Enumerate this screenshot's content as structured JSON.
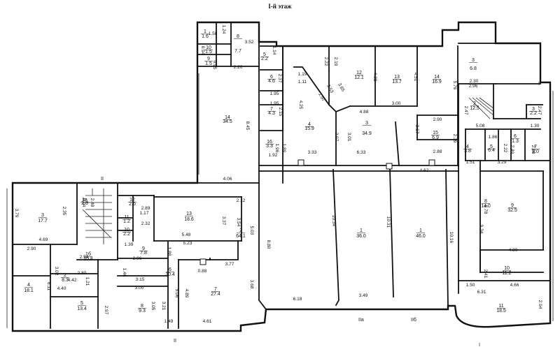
{
  "title": "I-й этаж",
  "section_marks": {
    "ii_top": "II",
    "ii_bottom": "II",
    "iia": "IIа",
    "iib": "IIб",
    "i_top": "I",
    "i_bottom": "I"
  },
  "rooms": [
    {
      "n": "1",
      "a": "1.6"
    },
    {
      "n": "10",
      "a": "1.5"
    },
    {
      "n": "8",
      "a": "7.7"
    },
    {
      "n": "9",
      "a": "1.5"
    },
    {
      "n": "5",
      "a": "2.2"
    },
    {
      "n": "6",
      "a": "4.6"
    },
    {
      "n": "7",
      "a": "4.3"
    },
    {
      "n": "16",
      "a": "3.3"
    },
    {
      "n": "14",
      "a": "34.5"
    },
    {
      "n": "4",
      "a": "15.9"
    },
    {
      "n": "12",
      "a": "12.1"
    },
    {
      "n": "13",
      "a": "13.7"
    },
    {
      "n": "14",
      "a": "16.9"
    },
    {
      "n": "3",
      "a": "34.9"
    },
    {
      "n": "15",
      "a": "6.9"
    },
    {
      "n": "3",
      "a": "6.8"
    },
    {
      "n": "2",
      "a": "12.5"
    },
    {
      "n": "3",
      "a": "2.2"
    },
    {
      "n": "4",
      "a": "3.8"
    },
    {
      "n": "5",
      "a": "6.4"
    },
    {
      "n": "6",
      "a": "1.3"
    },
    {
      "n": "7",
      "a": "3.0"
    },
    {
      "n": "8",
      "a": "14.0"
    },
    {
      "n": "9",
      "a": "32.5"
    },
    {
      "n": "10",
      "a": "11.2"
    },
    {
      "n": "11",
      "a": "18.5"
    },
    {
      "n": "2",
      "a": "64.1"
    },
    {
      "n": "1",
      "a": "36.0"
    },
    {
      "n": "1",
      "a": "46.0"
    },
    {
      "n": "3",
      "a": "17.7"
    },
    {
      "n": "1а",
      "a": "2.3"
    },
    {
      "n": "1б",
      "a": "10.8"
    },
    {
      "n": "12",
      "a": "2.6"
    },
    {
      "n": "11",
      "a": "1.2"
    },
    {
      "n": "10",
      "a": "2.2"
    },
    {
      "n": "13",
      "a": "18.6"
    },
    {
      "n": "9",
      "a": "7.8"
    },
    {
      "n": "6",
      "a": "30.4"
    },
    {
      "n": "7",
      "a": "27.4"
    },
    {
      "n": "8",
      "a": "9.3"
    },
    {
      "n": "2",
      "a": "8.3"
    },
    {
      "n": "4",
      "a": "18.1"
    },
    {
      "n": "5",
      "a": "13.4"
    }
  ],
  "dims": [
    "1.58",
    "1.24",
    "3.52",
    "0.94",
    "1.14",
    "0.95",
    "2.20",
    "2.37",
    "1.95",
    "1.95",
    "2.15",
    "1.96",
    "1.89",
    "1.92",
    "8.45",
    "4.06",
    "2.12",
    "1.19",
    "1.11",
    "4.25",
    "2.22",
    "2.19",
    "4.38",
    "4.51",
    "5.76",
    "3.65",
    "2.53",
    "1.97",
    "4.88",
    "3.00",
    "2.97",
    "3.01",
    "3.67",
    "2.90",
    "2.39",
    "3.33",
    "6.33",
    "2.88",
    "2.96",
    "2.30",
    "2.47",
    "2.47",
    "1.30",
    "5.08",
    "1.86",
    "2.22",
    "2.49",
    "2.50",
    "3.29",
    "1.51",
    "4.62",
    "6.78",
    "9.34",
    "4.80",
    "2.41",
    "4.66",
    "1.50",
    "6.31",
    "2.94",
    "10.34",
    "10.31",
    "10.16",
    "6.18",
    "3.49",
    "3.79",
    "2.35",
    "4.69",
    "0.94",
    "2.48",
    "2.90",
    "2.54",
    "2.80",
    "3.02",
    "4.42",
    "1.21",
    "6.11",
    "4.40",
    "2.97",
    "2.89",
    "1.17",
    "2.32",
    "1.39",
    "3.37",
    "3.54",
    "5.48",
    "5.23",
    "5.03",
    "8.80",
    "1.88",
    "2.96",
    "1.46",
    "0.88",
    "3.77",
    "3.68",
    "3.15",
    "3.00",
    "3.05",
    "3.21",
    "5.06",
    "4.89",
    "1.49",
    "4.61"
  ]
}
